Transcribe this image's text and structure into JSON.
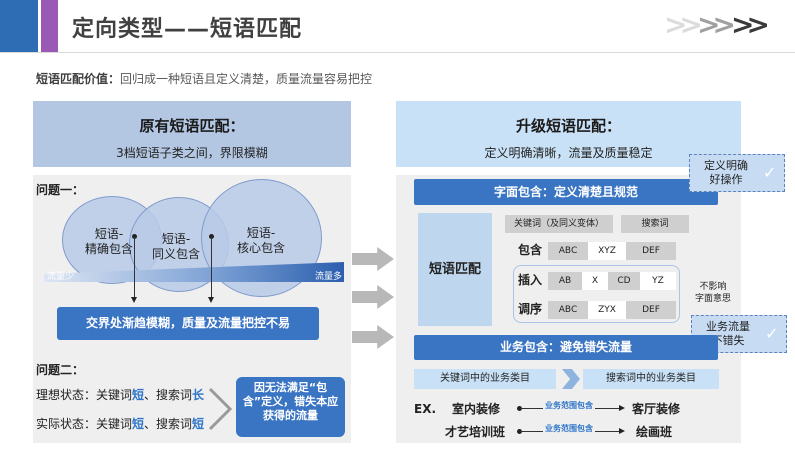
{
  "header": {
    "title": "定向类型——短语匹配",
    "colors": {
      "bar1": "#2e6db4",
      "bar2": "#9b59b6",
      "chev1": "#dcdcdc",
      "chev2": "#a0a0a0",
      "chev3": "#3a3a3a"
    }
  },
  "subtitle": {
    "label": "短语匹配价值：",
    "text": "回归成一种短语且定义清楚，质量流量容易把控"
  },
  "left": {
    "title": "原有短语匹配：",
    "desc": "3档短语子类之间，界限模糊",
    "problem1": "问题一：",
    "circles": {
      "c1": "短语-\n精确包含",
      "c2": "短语-\n同义包含",
      "c3": "短语-\n核心包含"
    },
    "flow_low": "流量少",
    "flow_high": "流量多",
    "blur_box": "交界处渐趋模糊，质量及流量把控不易",
    "problem2": "问题二：",
    "ideal": {
      "prefix": "理想状态：关键词",
      "k": "短",
      "mid": "、搜索词",
      "s": "长"
    },
    "actual": {
      "prefix": "实际状态：关键词",
      "k": "短",
      "mid": "、搜索词",
      "s": "短"
    },
    "result_box": "因无法满足“包含”定义，错失本应获得的流量"
  },
  "right": {
    "title": "升级短语匹配：",
    "desc": "定义明确清晰，流量及质量稳定",
    "literal_box": "字面包含：定义清楚且规范",
    "phrase_match": "短语匹配",
    "col_keyword": "关键词（及同义变体）",
    "col_search": "搜索词",
    "row_contain": "包含",
    "row_insert": "插入",
    "row_order": "调序",
    "contain_cells": [
      "ABC",
      "XYZ",
      "DEF"
    ],
    "insert_cells": [
      "AB",
      "X",
      "CD",
      "YZ"
    ],
    "order_cells": [
      "ABC",
      "ZYX",
      "DEF"
    ],
    "side_note": "不影响\n字面意思",
    "callout1": "定义明确\n好操作",
    "callout2": "业务流量\n不错失",
    "check": "✓",
    "biz_box": "业务包含：避免错失流量",
    "biz_keyword": "关键词中的业务类目",
    "biz_search": "搜索词中的业务类目",
    "ex_label": "EX.",
    "ex_rows": [
      {
        "left": "室内装修",
        "mid": "业务范围包含",
        "right": "客厅装修"
      },
      {
        "left": "才艺培训班",
        "mid": "业务范围包含",
        "right": "绘画班"
      }
    ]
  }
}
